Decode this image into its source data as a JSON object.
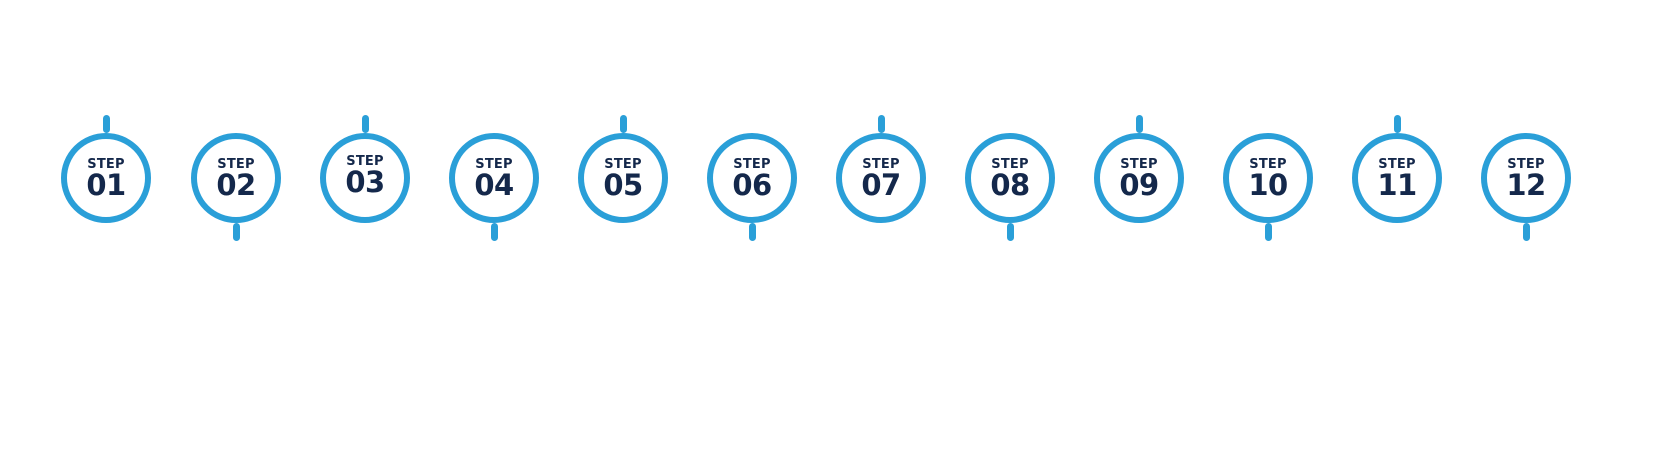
{
  "colors": {
    "ring": "#2a9fd8",
    "text": "#14284b",
    "background": "#ffffff"
  },
  "steps": [
    {
      "word": "STEP",
      "number": "01",
      "connector": "up"
    },
    {
      "word": "STEP",
      "number": "02",
      "connector": "down"
    },
    {
      "word": "STEP",
      "number": "03",
      "connector": "up"
    },
    {
      "word": "STEP",
      "number": "04",
      "connector": "down"
    },
    {
      "word": "STEP",
      "number": "05",
      "connector": "up"
    },
    {
      "word": "STEP",
      "number": "06",
      "connector": "down"
    },
    {
      "word": "STEP",
      "number": "07",
      "connector": "up"
    },
    {
      "word": "STEP",
      "number": "08",
      "connector": "down"
    },
    {
      "word": "STEP",
      "number": "09",
      "connector": "up"
    },
    {
      "word": "STEP",
      "number": "10",
      "connector": "down"
    },
    {
      "word": "STEP",
      "number": "11",
      "connector": "up"
    },
    {
      "word": "STEP",
      "number": "12",
      "connector": "down"
    }
  ]
}
